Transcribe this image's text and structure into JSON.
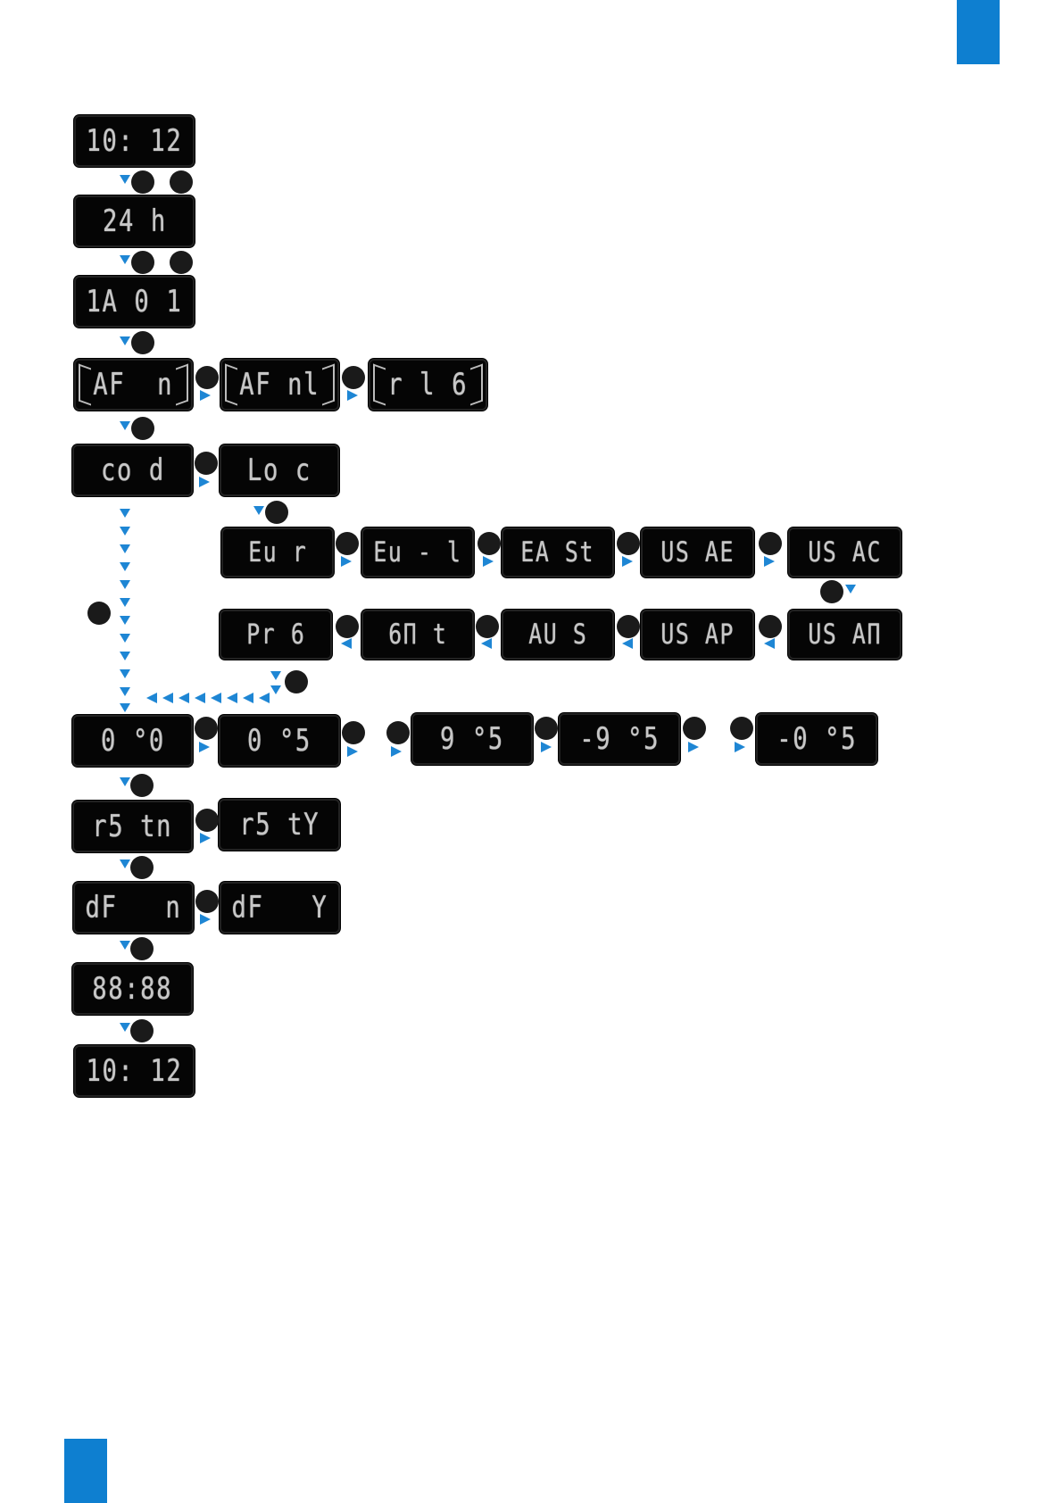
{
  "displays": {
    "time_start": "10: 12",
    "hour_format": "24 h",
    "fw": "1A 0 1",
    "afn": "AF  n",
    "afny": "AF nl",
    "ir16": "r l 6",
    "cod": "co d",
    "loc": "Lo c",
    "eur": "Eu r",
    "eu1": "Eu - l",
    "east": "EA St",
    "usae": "US AE",
    "usac": "US AC",
    "prb": "Pr 6",
    "gmt": "6Π t",
    "aus": "AU S",
    "usap": "US AP",
    "usam": "US AΠ",
    "o00": "0 °0",
    "o05": "0 °5",
    "o95": "9 °5",
    "n95": "-9 °5",
    "n05": "-0 °5",
    "rstn": "r5 tn",
    "rsty": "r5 tY",
    "dfn": "dF   n",
    "dfy": "dF   Y",
    "all8": "88:88",
    "time_end": "10: 12"
  },
  "colors": {
    "accent": "#0e7fd0",
    "arrow": "#1e86d4",
    "lcd": "#050505",
    "lcd_text": "#d8d8d8"
  },
  "icons": {
    "button_marker": "dot-icon",
    "flow_arrow": "triangle-arrow-icon"
  }
}
